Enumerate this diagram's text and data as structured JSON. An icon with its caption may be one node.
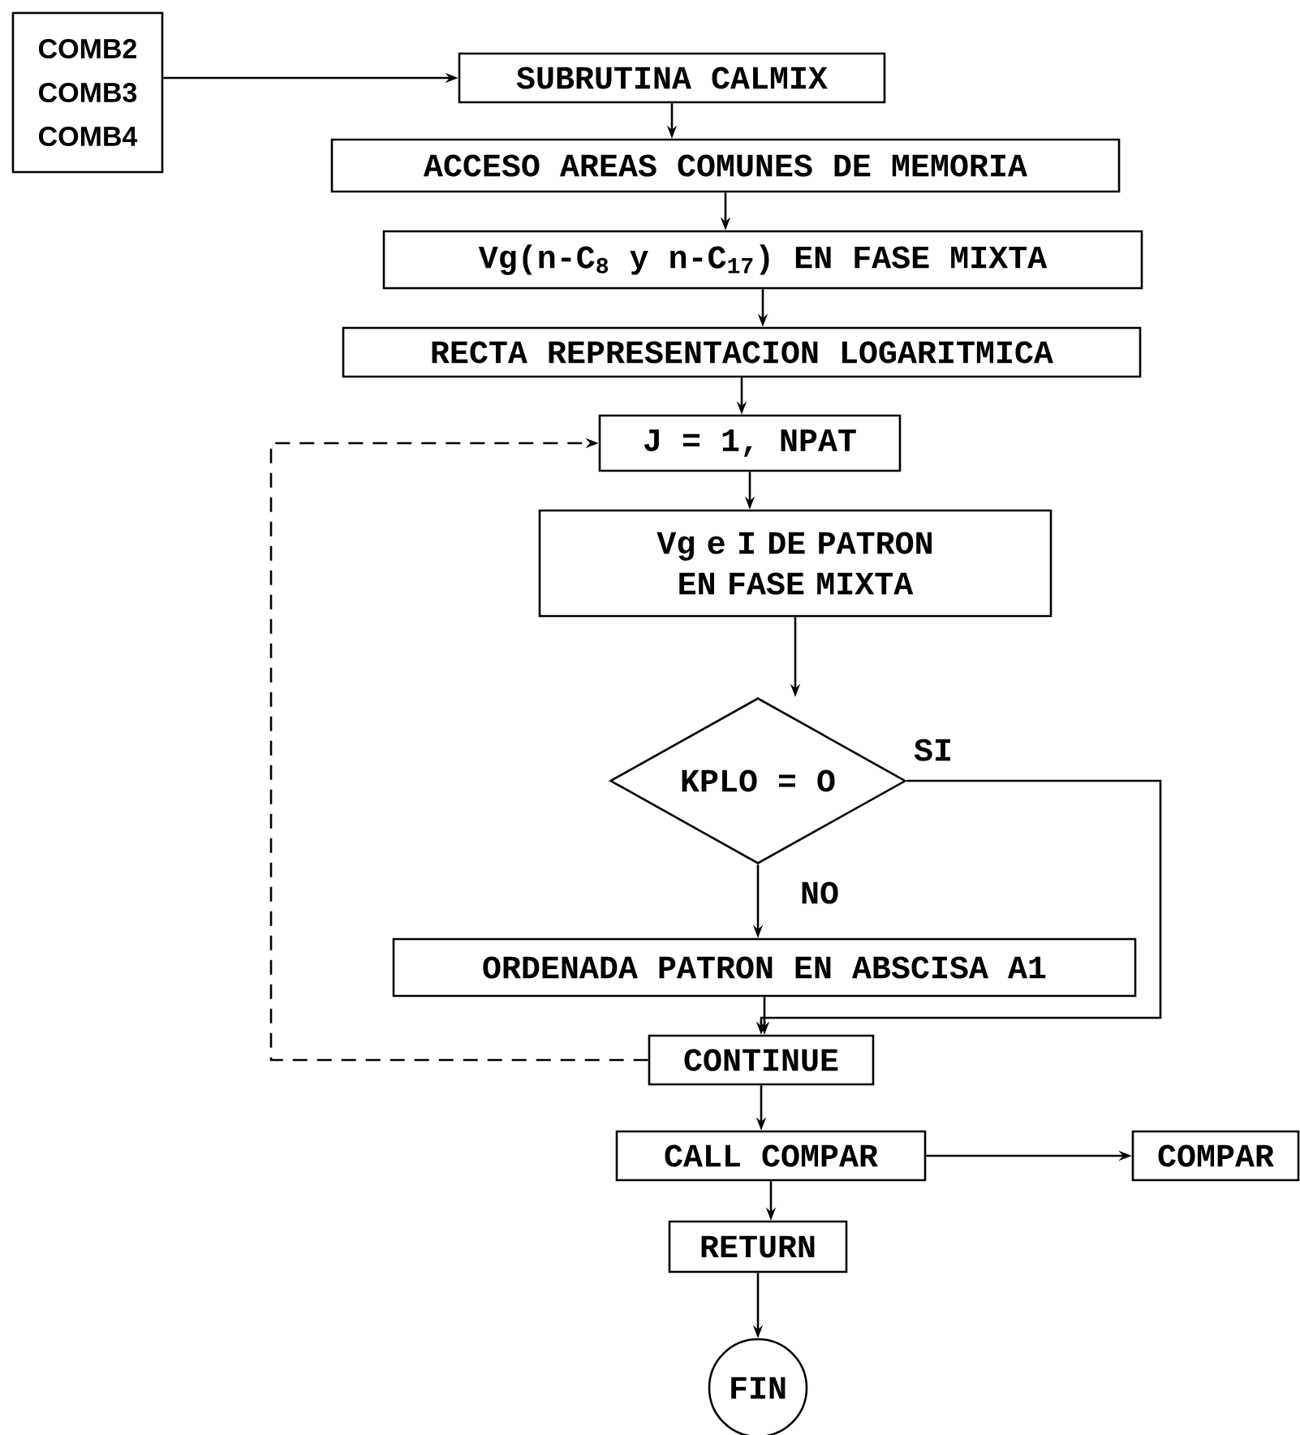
{
  "diagram": {
    "nodes": [
      {
        "text": [
          "COMB2",
          "COMB3",
          "COMB4"
        ]
      },
      {
        "text": [
          "SUBRUTINA CALMIX"
        ]
      },
      {
        "text": [
          "ACCESO AREAS COMUNES DE MEMORIA"
        ]
      },
      {
        "text": [
          "Vg(n-C$_{8}$ y n-C$_{17}$) EN FASE MIXTA"
        ]
      },
      {
        "text": [
          "RECTA REPRESENTACION LOGARITMICA"
        ]
      },
      {
        "text": [
          "J = 1, NPAT"
        ]
      },
      {
        "text": [
          "Vg e I DE PATRON EN FASE MIXTA"
        ]
      },
      {
        "text": [
          "KPLO = O"
        ]
      },
      {
        "text": [
          "ORDENADA PATRON EN ABSCISA A1"
        ]
      },
      {
        "text": [
          "CONTINUE"
        ]
      },
      {
        "text": [
          "CALL COMPAR"
        ]
      },
      {
        "text": [
          "COMPAR"
        ]
      },
      {
        "text": [
          "RETURN"
        ]
      },
      {
        "text": [
          "FIN"
        ]
      }
    ],
    "edges": [
      {
        "from": 0,
        "to": 1,
        "arrow": "to"
      },
      {
        "from": 1,
        "to": 2,
        "arrow": "to"
      },
      {
        "from": 2,
        "to": 3,
        "arrow": "to"
      },
      {
        "from": 3,
        "to": 4,
        "arrow": "to"
      },
      {
        "from": 4,
        "to": 5,
        "arrow": "to"
      },
      {
        "from": 5,
        "to": 6,
        "arrow": "to"
      },
      {
        "from": 6,
        "to": 7,
        "arrow": "to"
      },
      {
        "from": 7,
        "to": 8,
        "arrow": "to",
        "label": "NO"
      },
      {
        "from": 7,
        "to": 9,
        "arrow": "to",
        "label": "SI"
      },
      {
        "from": 8,
        "to": 9,
        "arrow": "to"
      },
      {
        "from": 9,
        "to": 5,
        "arrow": "to",
        "style": "dashed"
      },
      {
        "from": 9,
        "to": 10,
        "arrow": "to"
      },
      {
        "from": 10,
        "to": 11,
        "arrow": "to"
      },
      {
        "from": 10,
        "to": 12,
        "arrow": "to"
      },
      {
        "from": 12,
        "to": 13,
        "arrow": "to"
      }
    ]
  }
}
